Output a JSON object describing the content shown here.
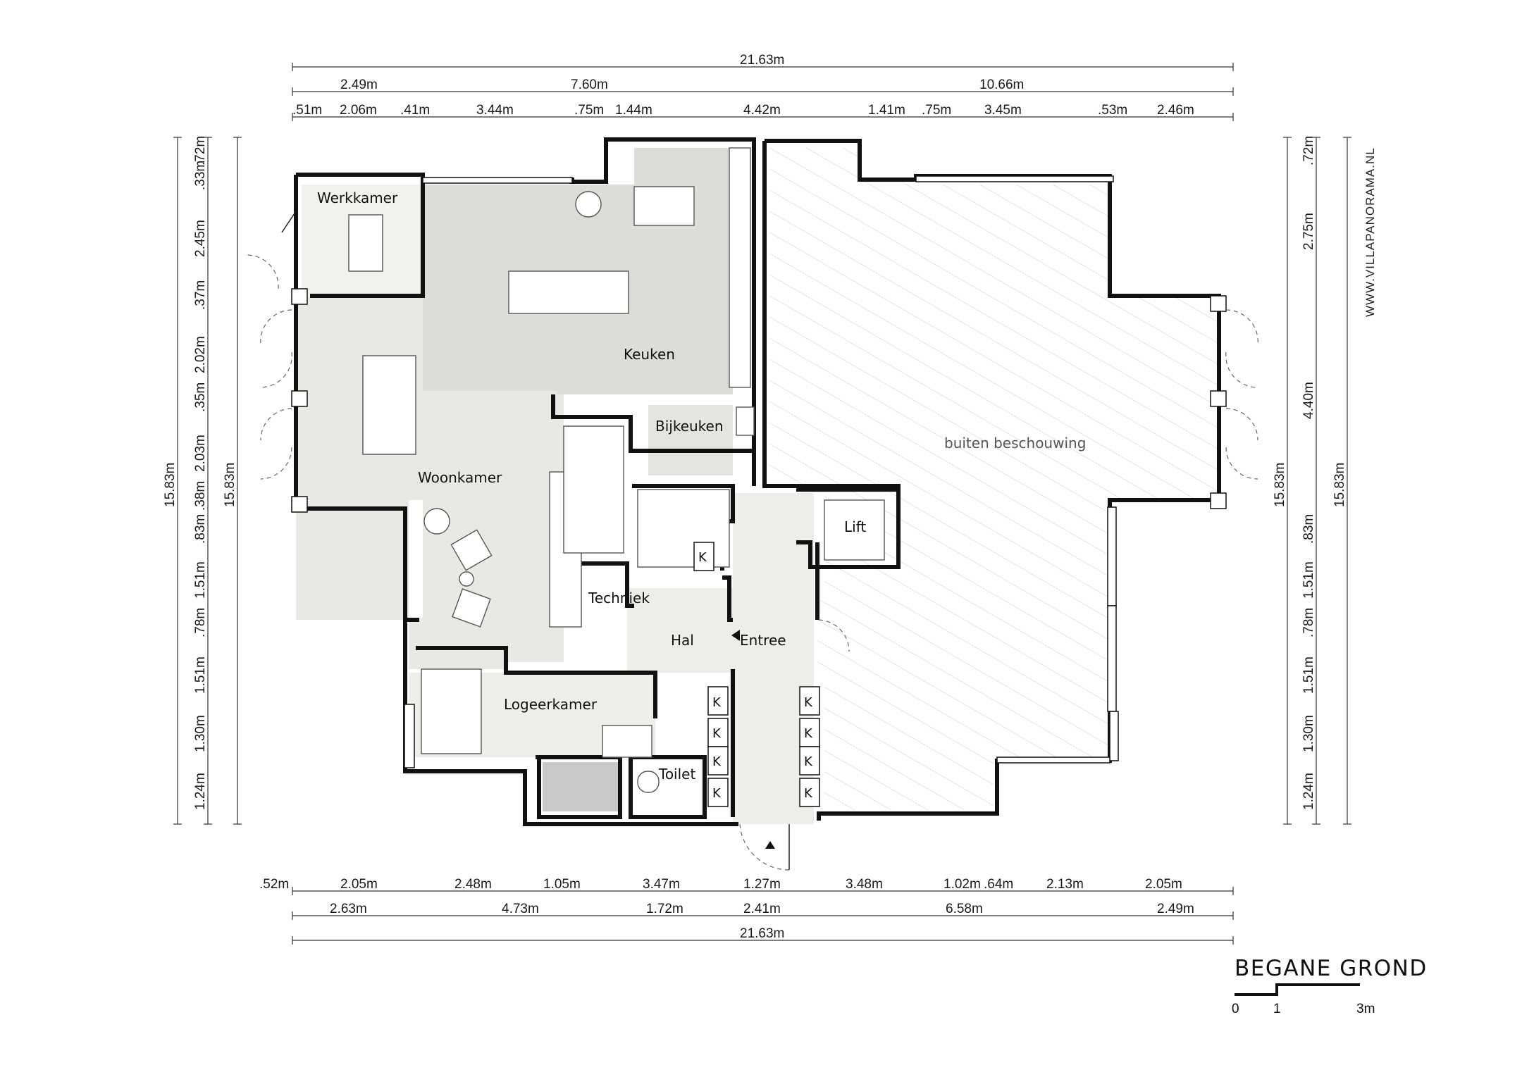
{
  "rooms": {
    "werkkamer": "Werkkamer",
    "keuken": "Keuken",
    "woonkamer": "Woonkamer",
    "bijkeuken": "Bijkeuken",
    "techniek": "Techniek",
    "hal": "Hal",
    "entree": "Entree",
    "lift": "Lift",
    "logeerkamer": "Logeerkamer",
    "toilet": "Toilet",
    "kast": "K",
    "outside": "buiten beschouwing"
  },
  "dimensions": {
    "top_total": "21.63m",
    "top_row2": [
      "2.49m",
      "7.60m",
      "10.66m"
    ],
    "top_row3": [
      ".51m",
      "2.06m",
      ".41m",
      "3.44m",
      ".75m",
      "1.44m",
      "4.42m",
      "1.41m",
      ".75m",
      "3.45m",
      ".53m",
      "2.46m"
    ],
    "bottom_row1": [
      ".52m",
      "2.05m",
      "2.48m",
      "1.05m",
      "3.47m",
      "1.27m",
      "3.48m",
      "1.02m",
      ".64m",
      "2.13m",
      "2.05m"
    ],
    "bottom_row2": [
      "2.63m",
      "4.73m",
      "1.72m",
      "2.41m",
      "6.58m",
      "2.49m"
    ],
    "bottom_total": "21.63m",
    "left_total_outer": "15.83m",
    "left_total_inner": "15.83m",
    "left_detail": [
      ".72m",
      ".33m",
      "2.45m",
      ".37m",
      "2.02m",
      ".35m",
      "2.03m",
      ".38m",
      ".83m",
      "1.51m",
      ".78m",
      "1.51m",
      "1.30m",
      "1.24m"
    ],
    "right_total_inner": "15.83m",
    "right_total_outer": "15.83m",
    "right_detail": [
      ".72m",
      "2.75m",
      "4.40m",
      ".83m",
      "1.51m",
      ".78m",
      "1.51m",
      "1.30m",
      "1.24m"
    ]
  },
  "title": "BEGANE GROND",
  "scale_labels": [
    "0",
    "1",
    "3m"
  ],
  "brand": "WWW.VILLAPANORAMA.NL",
  "colors": {
    "floor": "#e8e7e3",
    "floor_dark": "#dddcd8",
    "bathroom": "#c9c9c9",
    "wall": "#111111",
    "hatch": "#d9d9d9"
  }
}
